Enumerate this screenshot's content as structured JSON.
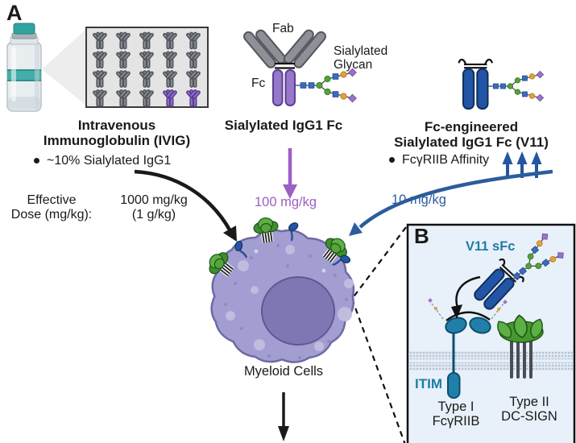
{
  "figure": {
    "panel_a_label": "A",
    "panel_b_label": "B"
  },
  "ivig": {
    "title_line1": "Intravenous",
    "title_line2": "Immunoglobulin (IVIG)",
    "bullet_text": "~10% Sialylated IgG1",
    "grid": {
      "rows": 4,
      "cols": 5,
      "purple_cells": [
        [
          3,
          3
        ],
        [
          3,
          4
        ]
      ]
    }
  },
  "sialylated_fc": {
    "fab_label": "Fab",
    "fc_label": "Fc",
    "glycan_label_line1": "Sialylated",
    "glycan_label_line2": "Glycan",
    "title": "Sialylated IgG1 Fc"
  },
  "engineered_fc": {
    "title_line1": "Fc-engineered",
    "title_line2": "Sialylated IgG1 Fc (V11)",
    "bullet_text": "FcγRIIB Affinity",
    "affinity_arrow_count": 3
  },
  "doses": {
    "axis_label_line1": "Effective",
    "axis_label_line2": "Dose (mg/kg):",
    "ivig_line1": "1000 mg/kg",
    "ivig_line2": "(1 g/kg)",
    "sialylated": "100 mg/kg",
    "engineered": "10 mg/kg"
  },
  "cell": {
    "label": "Myeloid Cells"
  },
  "panel_b": {
    "molecule_label": "V11 sFc",
    "itim_label": "ITIM",
    "receptor1_line1": "Type I",
    "receptor1_line2": "FcγRIIB",
    "receptor2_line1": "Type II",
    "receptor2_line2": "DC-SIGN"
  },
  "colors": {
    "fab_gray": "#8d9197",
    "fc_purple": "#9678c8",
    "fc_blue": "#2355a6",
    "arrow_black": "#1a1a1a",
    "arrow_purple": "#9d5fc4",
    "arrow_blue": "#2b5d9b",
    "teal_text": "#1f7ca6",
    "cell_body": "#a29ed2",
    "cell_nucleus": "#7d78b4",
    "dcsign_green": "#55a43e",
    "glycan_blue": "#3b6cc4",
    "glycan_green": "#54a33c",
    "glycan_orange": "#e2a23c",
    "glycan_purple_diamond": "#9a74ca",
    "panel_b_bg": "#e8f0f9",
    "vial_teal": "#2fa3a0"
  }
}
